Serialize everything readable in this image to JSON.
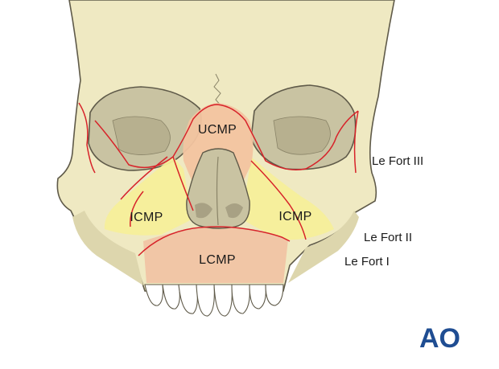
{
  "labels": {
    "ucmp": "UCMP",
    "icmp_right": "ICMP",
    "icmp_left": "ICMP",
    "lcmp": "LCMP",
    "le_fort_3": "Le Fort III",
    "le_fort_2": "Le Fort II",
    "le_fort_1": "Le Fort I"
  },
  "logo": {
    "text": "AO"
  },
  "colors": {
    "bone": "#efe9c2",
    "bone_shadow": "#cfc9a2",
    "outline": "#5f5a49",
    "fracture_line": "#d7232a",
    "ucmp_region": "#f2c4a0",
    "icmp_region": "#f5ef9a",
    "lcmp_region": "#f0c4a4",
    "teeth": "#ffffff",
    "logo": "#1f4d92"
  }
}
